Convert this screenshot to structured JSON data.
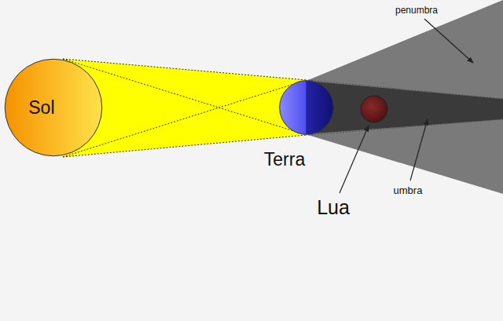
{
  "diagram": {
    "nodes": [
      {
        "text": [
          "Sol"
        ]
      },
      {
        "text": [
          "Terra"
        ]
      }
    ],
    "labels": [
      "Lua",
      "umbra",
      "penumbra"
    ]
  }
}
